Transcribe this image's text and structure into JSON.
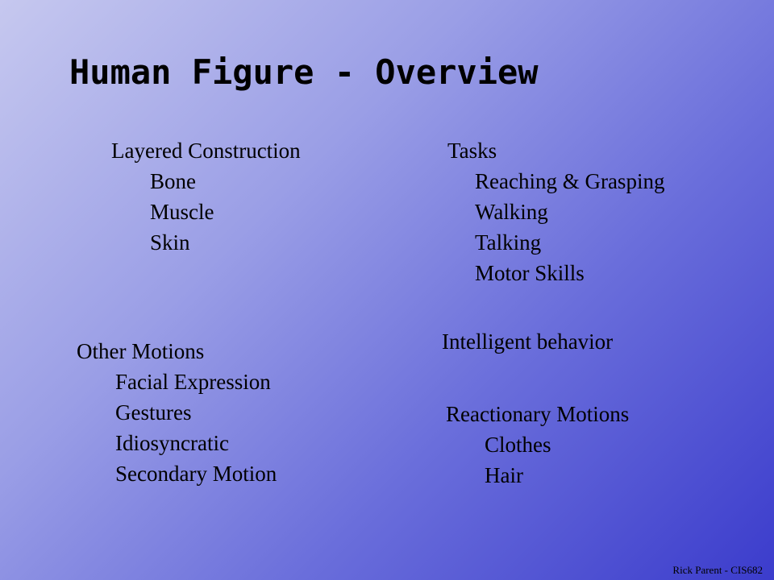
{
  "title": "Human Figure - Overview",
  "sections": {
    "layered": {
      "heading": "Layered Construction",
      "items": [
        "Bone",
        "Muscle",
        "Skin"
      ]
    },
    "tasks": {
      "heading": "Tasks",
      "items": [
        "Reaching & Grasping",
        "Walking",
        "Talking",
        "Motor Skills"
      ]
    },
    "intelligent": {
      "heading": "Intelligent behavior"
    },
    "other": {
      "heading": "Other Motions",
      "items": [
        "Facial Expression",
        "Gestures",
        "Idiosyncratic",
        "Secondary Motion"
      ]
    },
    "reactionary": {
      "heading": "Reactionary Motions",
      "items": [
        "Clothes",
        "Hair"
      ]
    }
  },
  "footer": "Rick Parent - CIS682",
  "colors": {
    "background_light": "#c6c8ef",
    "background_dark": "#3b3ccc",
    "text": "#000000"
  }
}
